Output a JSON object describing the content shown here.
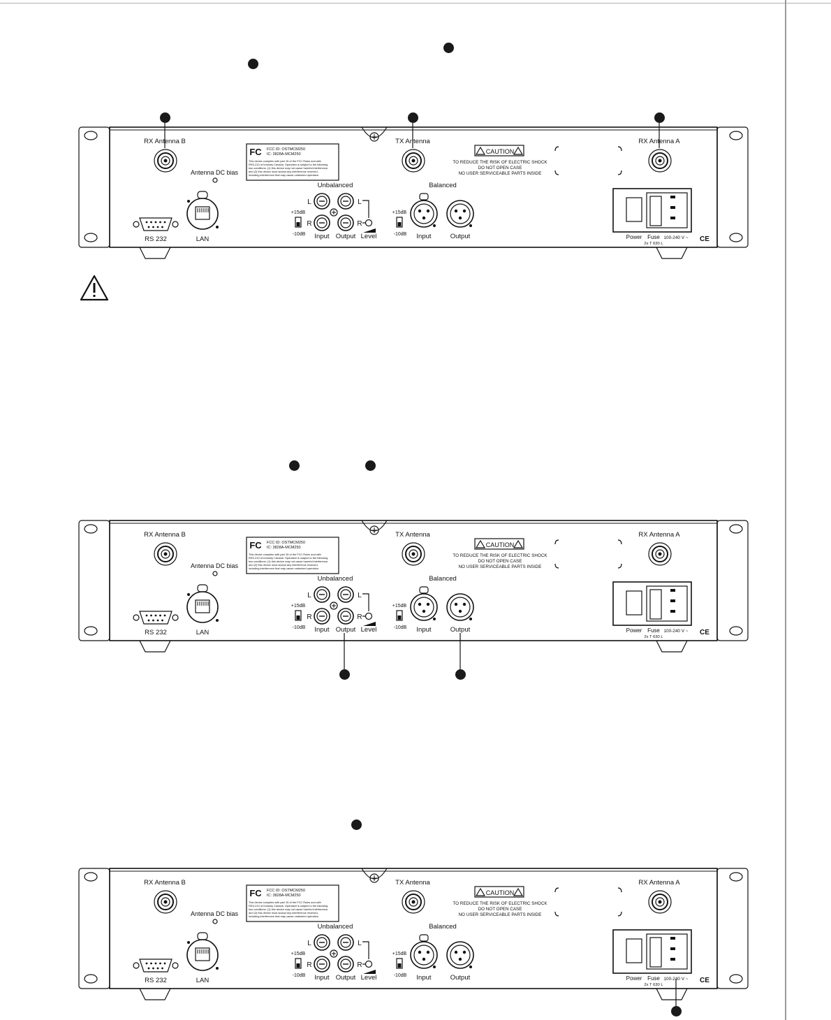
{
  "panel_labels": {
    "rx_antenna_b": "RX Antenna B",
    "tx_antenna": "TX Antenna",
    "rx_antenna_a": "RX Antenna A",
    "antenna_dc_bias": "Antenna DC bias",
    "rs232": "RS 232",
    "lan": "LAN",
    "unbalanced": "Unbalanced",
    "balanced": "Balanced",
    "plus15db": "+15dB",
    "minus10db": "-10dB",
    "left": "L",
    "right": "R",
    "input": "Input",
    "output": "Output",
    "level": "Level",
    "power": "Power",
    "fuse": "Fuse",
    "fuse_rating": "2x T 630 L",
    "voltage": "100-240 V ~",
    "ce": "CE",
    "caution": "CAUTION",
    "warning_line1": "TO REDUCE THE RISK OF ELECTRIC SHOCK",
    "warning_line2": "DO NOT OPEN CASE",
    "warning_line3": "NO USER SERVICEABLE PARTS INSIDE",
    "fcc_logo": "FC",
    "fcc_id": "FCC ID: OSTMCM250",
    "ic_id": "IC: 3828A-MCM250",
    "fcc_text1": "This device complies with part 15 of the FCC Rules and with",
    "fcc_text2": "RSS-210 of Industry Canada. Operation is subject to the following",
    "fcc_text3": "two conditions: (1) this device may not cause harmful interference,",
    "fcc_text4": "and (2) this device must accept any interference received,",
    "fcc_text5": "including interference that may cause undesired operation."
  },
  "icons": [
    "warning-triangle-icon",
    "callout-dot-icon",
    "ground-screw-icon"
  ],
  "colors": {
    "ink": "#111111",
    "callout": "#1a1a1a",
    "panel_fill": "#ffffff"
  }
}
